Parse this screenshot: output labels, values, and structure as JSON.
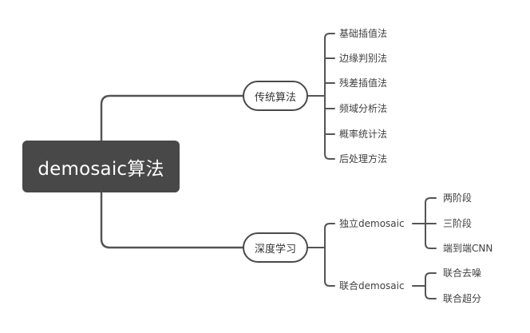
{
  "root": {
    "label": "demosaic算法"
  },
  "branches": [
    {
      "label": "传统算法",
      "children": [
        {
          "label": "基础插值法"
        },
        {
          "label": "边缘判别法"
        },
        {
          "label": "残差插值法"
        },
        {
          "label": "频域分析法"
        },
        {
          "label": "概率统计法"
        },
        {
          "label": "后处理方法"
        }
      ]
    },
    {
      "label": "深度学习",
      "children": [
        {
          "label": "独立demosaic",
          "children": [
            {
              "label": "两阶段"
            },
            {
              "label": "三阶段"
            },
            {
              "label": "端到端CNN"
            }
          ]
        },
        {
          "label": "联合demosaic",
          "children": [
            {
              "label": "联合去噪"
            },
            {
              "label": "联合超分"
            }
          ]
        }
      ]
    }
  ],
  "colors": {
    "root_fill": "#484848",
    "root_text": "#ffffff",
    "line": "#555555",
    "node_border": "#4a4a4a",
    "text": "#3f3f3f"
  }
}
